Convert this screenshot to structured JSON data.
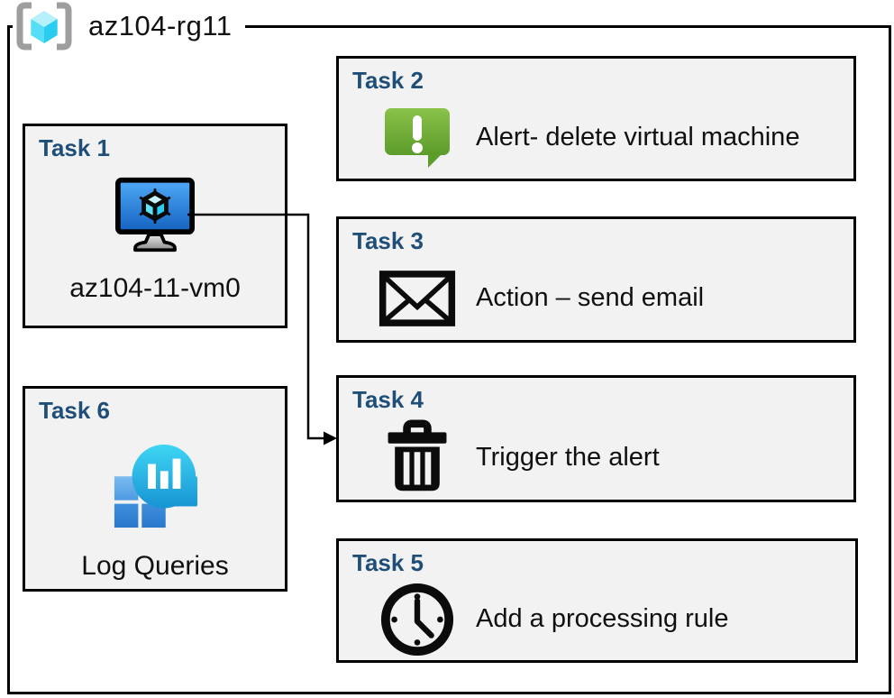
{
  "resource_group": {
    "name": "az104-rg11"
  },
  "tasks": [
    {
      "title": "Task 1",
      "label": "az104-11-vm0",
      "icon": "virtual-machine-icon"
    },
    {
      "title": "Task 2",
      "label": "Alert- delete virtual machine",
      "icon": "alert-message-icon"
    },
    {
      "title": "Task 3",
      "label": "Action – send email",
      "icon": "email-envelope-icon"
    },
    {
      "title": "Task 4",
      "label": "Trigger the alert",
      "icon": "trash-icon"
    },
    {
      "title": "Task 5",
      "label": "Add a processing rule",
      "icon": "clock-icon"
    },
    {
      "title": "Task 6",
      "label": "Log Queries",
      "icon": "log-queries-icon"
    }
  ],
  "connector": {
    "from": "Task 1 virtual machine",
    "to": "Task 4"
  },
  "colors": {
    "task-title": "#1F4E79",
    "box-bg": "#F2F2F2",
    "box-border": "#000000",
    "alert-green-light": "#8AC24A",
    "alert-green-dark": "#5C9C2A",
    "vm-screen-light": "#4FAAF8",
    "vm-screen-dark": "#1462BF",
    "cube-cyan": "#50E6FF",
    "log-bubble-light": "#3FD6F4",
    "log-bubble-dark": "#1691D2",
    "log-square-light": "#6FB5EE",
    "log-square-dark": "#2A77CC",
    "bracket-gray": "#9E9E9E"
  }
}
